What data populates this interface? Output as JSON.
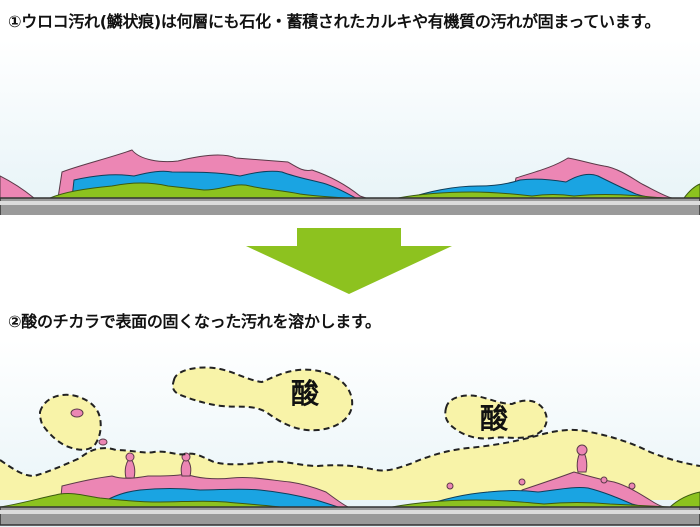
{
  "step1": {
    "caption": "①ウロコ汚れ(鱗状痕)は何層にも石化・蓄積されたカルキや有機質の汚れが固まっています。"
  },
  "step2": {
    "caption": "②酸のチカラで表面の固くなった汚れを溶かします。",
    "acid_labels": [
      "酸",
      "酸"
    ]
  },
  "colors": {
    "pink_layer": "#ec86b4",
    "blue_layer": "#1aa4e2",
    "green_layer": "#8cc21f",
    "acid_blob": "#f8f3a8",
    "arrow": "#8dc21f",
    "surface": "#9a9a9a"
  }
}
